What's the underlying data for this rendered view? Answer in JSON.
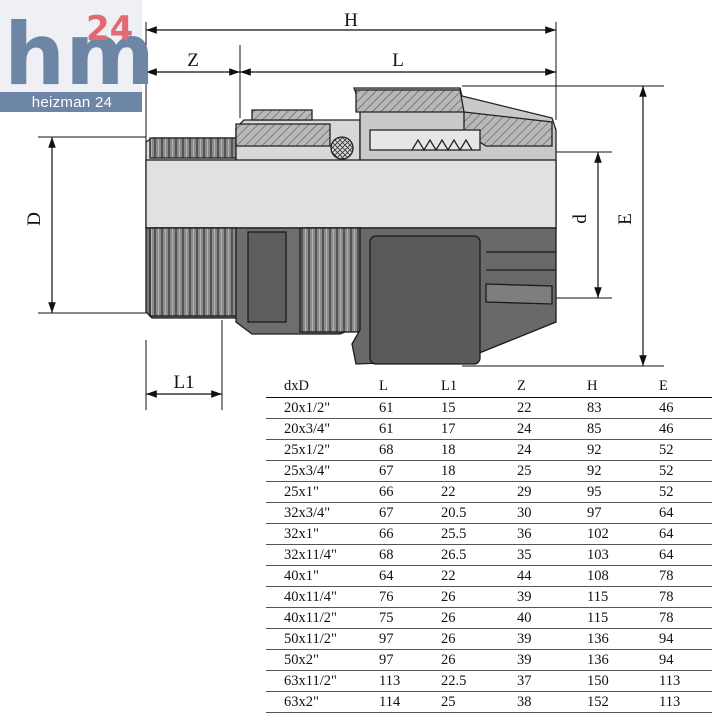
{
  "logo": {
    "mark_letters": "hm",
    "mark_number": "24",
    "brand": "heizman 24"
  },
  "dimensions": {
    "H": "H",
    "Z": "Z",
    "L": "L",
    "D": "D",
    "d": "d",
    "E": "E",
    "L1": "L1"
  },
  "table": {
    "headers": [
      "dxD",
      "L",
      "L1",
      "Z",
      "H",
      "E"
    ],
    "rows": [
      [
        "20x1/2\"",
        "61",
        "15",
        "22",
        "83",
        "46"
      ],
      [
        "20x3/4\"",
        "61",
        "17",
        "24",
        "85",
        "46"
      ],
      [
        "25x1/2\"",
        "68",
        "18",
        "24",
        "92",
        "52"
      ],
      [
        "25x3/4\"",
        "67",
        "18",
        "25",
        "92",
        "52"
      ],
      [
        "25x1\"",
        "66",
        "22",
        "29",
        "95",
        "52"
      ],
      [
        "32x3/4\"",
        "67",
        "20.5",
        "30",
        "97",
        "64"
      ],
      [
        "32x1\"",
        "66",
        "25.5",
        "36",
        "102",
        "64"
      ],
      [
        "32x11/4\"",
        "68",
        "26.5",
        "35",
        "103",
        "64"
      ],
      [
        "40x1\"",
        "64",
        "22",
        "44",
        "108",
        "78"
      ],
      [
        "40x11/4\"",
        "76",
        "26",
        "39",
        "115",
        "78"
      ],
      [
        "40x11/2\"",
        "75",
        "26",
        "40",
        "115",
        "78"
      ],
      [
        "50x11/2\"",
        "97",
        "26",
        "39",
        "136",
        "94"
      ],
      [
        "50x2\"",
        "97",
        "26",
        "39",
        "136",
        "94"
      ],
      [
        "63x11/2\"",
        "113",
        "22.5",
        "37",
        "150",
        "113"
      ],
      [
        "63x2\"",
        "114",
        "25",
        "38",
        "152",
        "113"
      ]
    ]
  }
}
